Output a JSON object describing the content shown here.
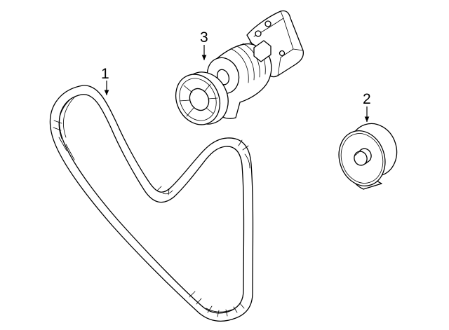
{
  "diagram": {
    "parts": [
      {
        "number": "1",
        "name": "serpentine-belt"
      },
      {
        "number": "2",
        "name": "idler-pulley"
      },
      {
        "number": "3",
        "name": "belt-tensioner"
      }
    ]
  }
}
